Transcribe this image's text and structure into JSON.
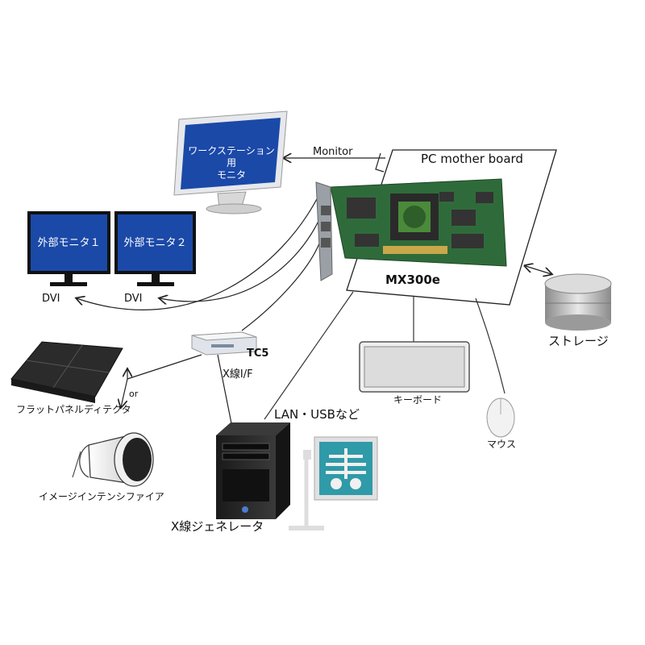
{
  "workstation_monitor": {
    "line1": "ワークステーション用",
    "line2": "モニタ"
  },
  "monitor_label": "Monitor",
  "motherboard_label": "PC mother board",
  "board_label": "MX300e",
  "ext_monitor1": "外部モニタ１",
  "ext_monitor2": "外部モニタ２",
  "dvi1": "DVI",
  "dvi2": "DVI",
  "tc5_label": "TC5",
  "xray_if_label": "X線I/F",
  "lan_label": "LAN・USBなど",
  "flat_panel_label": "フラットパネルディテクタ",
  "or_label": "or",
  "image_intensifier_label": "イメージインテンシファイア",
  "xray_generator_label": "X線ジェネレータ",
  "keyboard_label": "キーボード",
  "mouse_label": "マウス",
  "storage_label": "ストレージ",
  "colors": {
    "screen_blue": "#1b49a8",
    "pcb_green": "#2f6b3a",
    "dark": "#222222",
    "line": "#333333"
  }
}
